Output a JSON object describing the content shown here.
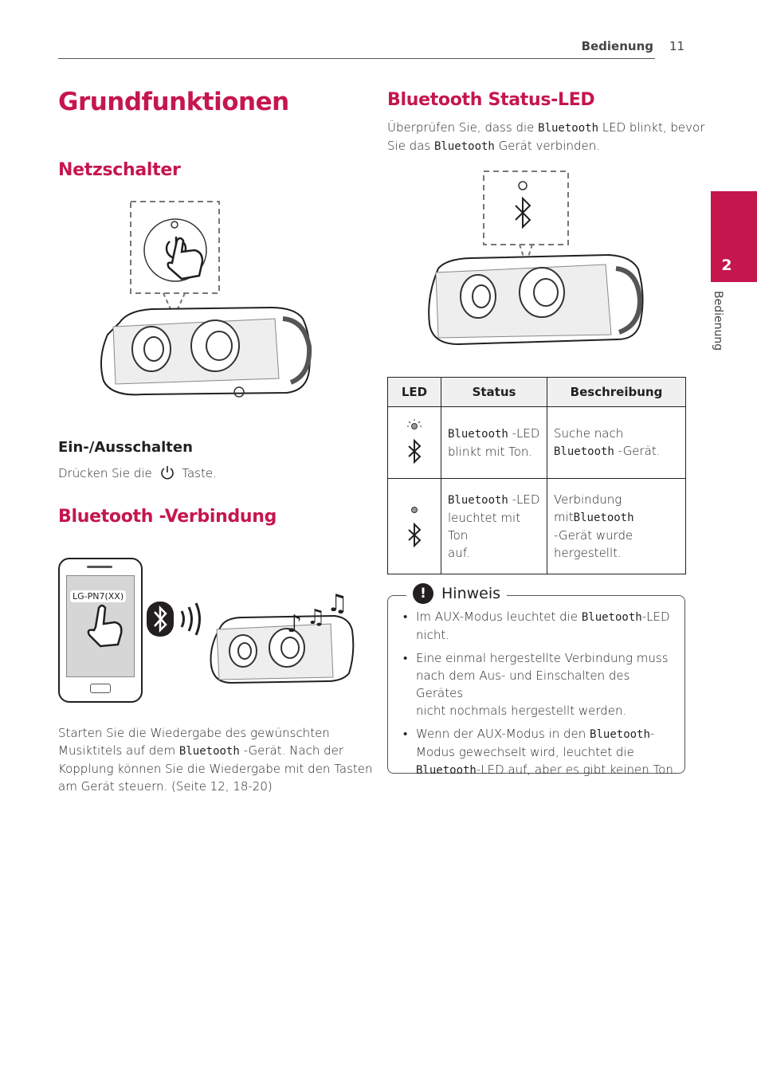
{
  "header": {
    "section": "Bedienung",
    "page_number": "11"
  },
  "side_tab": {
    "number": "2",
    "label": "Bedienung"
  },
  "left": {
    "title": "Grundfunktionen",
    "power_heading": "Netzschalter",
    "onoff_heading": "Ein-/Ausschalten",
    "onoff_pre": "Drücken Sie die",
    "onoff_post": "Taste.",
    "bt_heading": "Bluetooth -Verbindung",
    "phone_device_label": "LG-PN7(XX)",
    "para_1": "Starten Sie die Wiedergabe des gewünschten",
    "para_2a": "Musiktitels auf dem",
    "para_2b": "Bluetooth",
    "para_2c": "-Gerät. Nach der",
    "para_3": "Kopplung können Sie die Wiedergabe mit den Tasten",
    "para_4": "am Gerät steuern. (Seite 12, 18-20)"
  },
  "right": {
    "status_heading": "Bluetooth Status-LED",
    "intro_1a": "Überprüfen Sie, dass die",
    "intro_1b": "Bluetooth",
    "intro_1c": "LED blinkt, bevor",
    "intro_2a": "Sie das",
    "intro_2b": "Bluetooth",
    "intro_2c": "Gerät verbinden."
  },
  "table": {
    "headers": [
      "LED",
      "Status",
      "Beschreibung"
    ],
    "rows": [
      {
        "status_bt": "Bluetooth",
        "status_a": "-LED",
        "status_b": "blinkt mit Ton.",
        "desc_a": "Suche nach",
        "desc_bt": "Bluetooth",
        "desc_b": "-Gerät."
      },
      {
        "status_bt": "Bluetooth",
        "status_a": "-LED",
        "status_b": "leuchtet mit Ton",
        "status_c": "auf.",
        "desc_a": "Verbindung",
        "desc_pre": "mit",
        "desc_bt": "Bluetooth",
        "desc_b": "-Gerät wurde",
        "desc_c": "hergestellt."
      }
    ]
  },
  "note": {
    "icon": "!",
    "title": "Hinweis",
    "item1_a": "Im AUX-Modus leuchtet die",
    "item1_bt": "Bluetooth",
    "item1_b": "-LED",
    "item1_c": "nicht.",
    "item2_a": "Eine einmal hergestellte Verbindung muss",
    "item2_b": "nach dem Aus- und Einschalten des Gerätes",
    "item2_c": "nicht nochmals hergestellt werden.",
    "item3_a": "Wenn der AUX-Modus in den",
    "item3_bt": "Bluetooth",
    "item3_b": "-",
    "item3_c": "Modus gewechselt wird, leuchtet die",
    "item3_bt2": "Bluetooth",
    "item3_d": "-LED auf, aber es gibt keinen Ton."
  },
  "colors": {
    "accent": "#c5164e",
    "text": "#231f20"
  }
}
